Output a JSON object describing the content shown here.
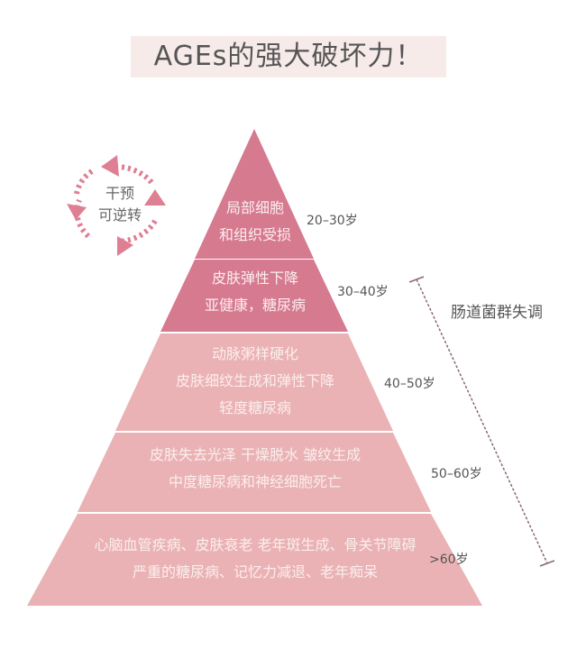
{
  "title": "AGEs的强大破坏力！",
  "cycle_label": [
    "干预",
    "可逆转"
  ],
  "levels": [
    {
      "lines": [
        "局部细胞",
        "和组织受损"
      ],
      "age": "20–30岁",
      "color": "#d67a90"
    },
    {
      "lines": [
        "皮肤弹性下降",
        "亚健康，糖尿病"
      ],
      "age": "30–40岁",
      "color": "#d67a90"
    },
    {
      "lines": [
        "动脉粥样硬化",
        "皮肤细纹生成和弹性下降",
        "轻度糖尿病"
      ],
      "age": "40–50岁",
      "color": "#eab2b4"
    },
    {
      "lines": [
        "皮肤失去光泽  干燥脱水  皱纹生成",
        "中度糖尿病和神经细胞死亡"
      ],
      "age": "50–60岁",
      "color": "#eab2b4"
    },
    {
      "lines": [
        "心脑血管疾病、皮肤衰老 老年斑生成、骨关节障碍",
        "严重的糖尿病、记忆力减退、老年痴呆"
      ],
      "age": ">60岁",
      "color": "#eab2b4"
    }
  ],
  "side_label": "肠道菌群失调"
}
